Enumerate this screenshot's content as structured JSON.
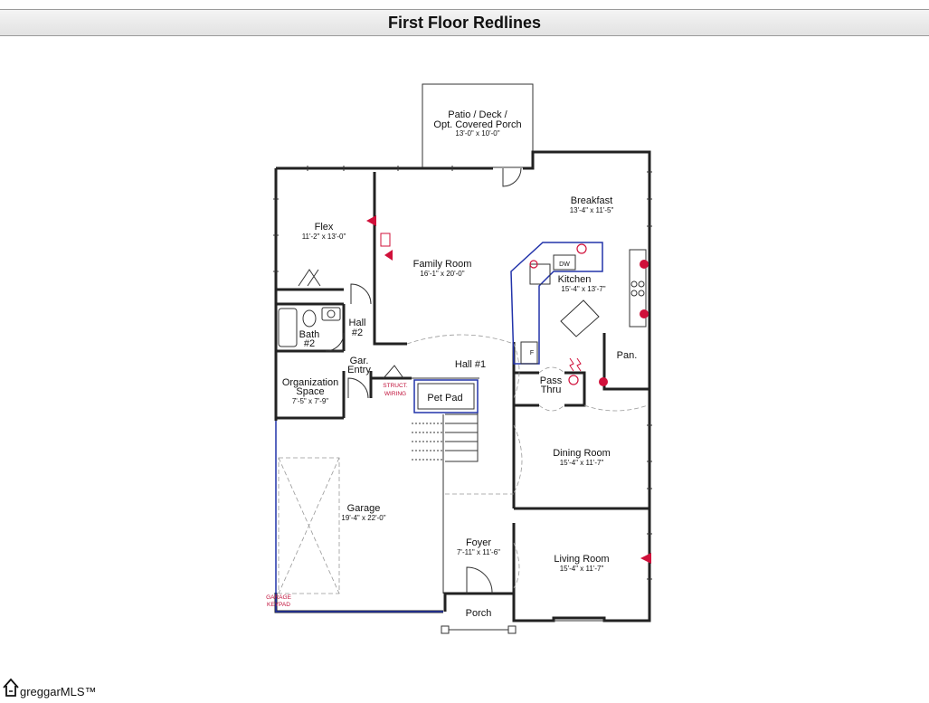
{
  "header": {
    "title": "First Floor Redlines"
  },
  "rooms": {
    "patio": {
      "name_line1": "Patio / Deck /",
      "name_line2": "Opt. Covered Porch",
      "dim": "13'-0\" x 10'-0\""
    },
    "flex": {
      "name": "Flex",
      "dim": "11'-2\" x 13'-0\""
    },
    "family": {
      "name": "Family Room",
      "dim": "16'-1\" x 20'-0\""
    },
    "breakfast": {
      "name": "Breakfast",
      "dim": "13'-4\" x 11'-5\""
    },
    "kitchen": {
      "name": "Kitchen",
      "dim": "15'-4\" x 13'-7\""
    },
    "bath2": {
      "name_line1": "Bath",
      "name_line2": "#2"
    },
    "hall2": {
      "name_line1": "Hall",
      "name_line2": "#2"
    },
    "gar_entry": {
      "name_line1": "Gar.",
      "name_line2": "Entry"
    },
    "org": {
      "name_line1": "Organization",
      "name_line2": "Space",
      "dim": "7'-5\" x 7'-9\""
    },
    "hall1": {
      "name": "Hall #1"
    },
    "pet_pad": {
      "name": "Pet Pad"
    },
    "pantry": {
      "name": "Pan."
    },
    "pass_thru": {
      "name_line1": "Pass",
      "name_line2": "Thru"
    },
    "dining": {
      "name": "Dining Room",
      "dim": "15'-4\" x 11'-7\""
    },
    "garage": {
      "name": "Garage",
      "dim": "19'-4\" x 22'-0\""
    },
    "foyer": {
      "name": "Foyer",
      "dim": "7'-11\" x 11'-6\""
    },
    "living": {
      "name": "Living Room",
      "dim": "15'-4\" x 11'-7\""
    },
    "porch": {
      "name": "Porch"
    }
  },
  "fixtures": {
    "dw": "DW",
    "fridge": "F"
  },
  "redlines": {
    "struct_line1": "STRUCT.",
    "struct_line2": "WIRING",
    "garage_keypad_line1": "GARAGE",
    "garage_keypad_line2": "KEYPAD"
  },
  "footer": {
    "logo_text": "greggarMLS™"
  },
  "colors": {
    "redline": "#d0103a",
    "blueline": "#2233aa",
    "wall": "#222222"
  }
}
